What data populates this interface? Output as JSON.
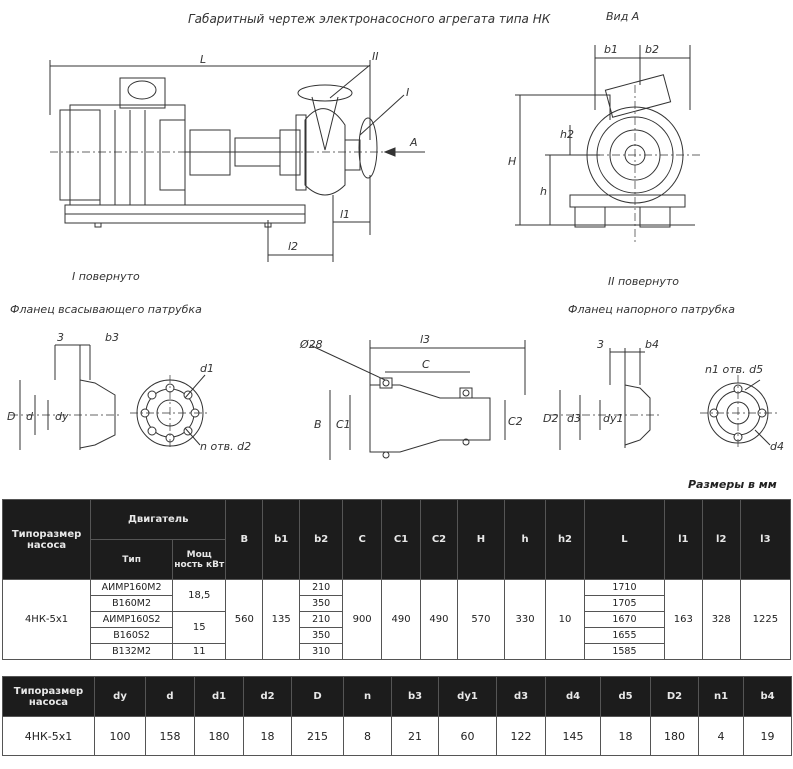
{
  "title": "Габаритный чертеж электронасосного агрегата типа НК",
  "view_a_label": "Вид А",
  "drawing_labels": {
    "L": "L",
    "II": "II",
    "I": "I",
    "A": "A",
    "l1": "l1",
    "l2": "l2",
    "b1": "b1",
    "b2": "b2",
    "H": "H",
    "h": "h",
    "h2": "h2"
  },
  "rotated_I": "I  повернуто",
  "rotated_II": "II  повернуто",
  "suction_flange_title": "Фланец всасывающего патрубка",
  "discharge_flange_title": "Фланец напорного патрубка",
  "suction_labels": {
    "three": "3",
    "b3": "b3",
    "D": "D",
    "d": "d",
    "dy": "dy",
    "d1": "d1",
    "holes": "n отв. d2"
  },
  "foot_labels": {
    "hole": "Ø28",
    "l3": "l3",
    "C": "C",
    "B": "B",
    "C1": "C1",
    "C2": "C2"
  },
  "discharge_labels": {
    "three": "3",
    "b4": "b4",
    "D2": "D2",
    "d3": "d3",
    "dy1": "dy1",
    "holes": "n1 отв. d5",
    "d4": "d4"
  },
  "units_note": "Размеры в мм",
  "table1": {
    "headers": {
      "pump": "Типоразмер насоса",
      "motor": "Двигатель",
      "type": "Тип",
      "power": "Мощ ность кВт",
      "B": "B",
      "b1": "b1",
      "b2": "b2",
      "C": "C",
      "C1": "C1",
      "C2": "C2",
      "H": "H",
      "h": "h",
      "h2": "h2",
      "L": "L",
      "l1": "l1",
      "l2": "l2",
      "l3": "l3"
    },
    "pump_name": "4НК-5х1",
    "motor_types": [
      "АИМР160М2",
      "В160М2",
      "АИМР160S2",
      "В160S2",
      "В132М2"
    ],
    "powers": [
      "18,5",
      "15",
      "11"
    ],
    "b2_values": [
      "210",
      "350",
      "210",
      "350",
      "310"
    ],
    "L_values": [
      "1710",
      "1705",
      "1670",
      "1655",
      "1585"
    ],
    "values": {
      "B": "560",
      "b1": "135",
      "C": "900",
      "C1": "490",
      "C2": "490",
      "H": "570",
      "h": "330",
      "h2": "10",
      "l1": "163",
      "l2": "328",
      "l3": "1225"
    }
  },
  "table2": {
    "headers": [
      "Типоразмер насоса",
      "dy",
      "d",
      "d1",
      "d2",
      "D",
      "n",
      "b3",
      "dy1",
      "d3",
      "d4",
      "d5",
      "D2",
      "n1",
      "b4"
    ],
    "row": [
      "4НК-5х1",
      "100",
      "158",
      "180",
      "18",
      "215",
      "8",
      "21",
      "60",
      "122",
      "145",
      "18",
      "180",
      "4",
      "19"
    ]
  }
}
